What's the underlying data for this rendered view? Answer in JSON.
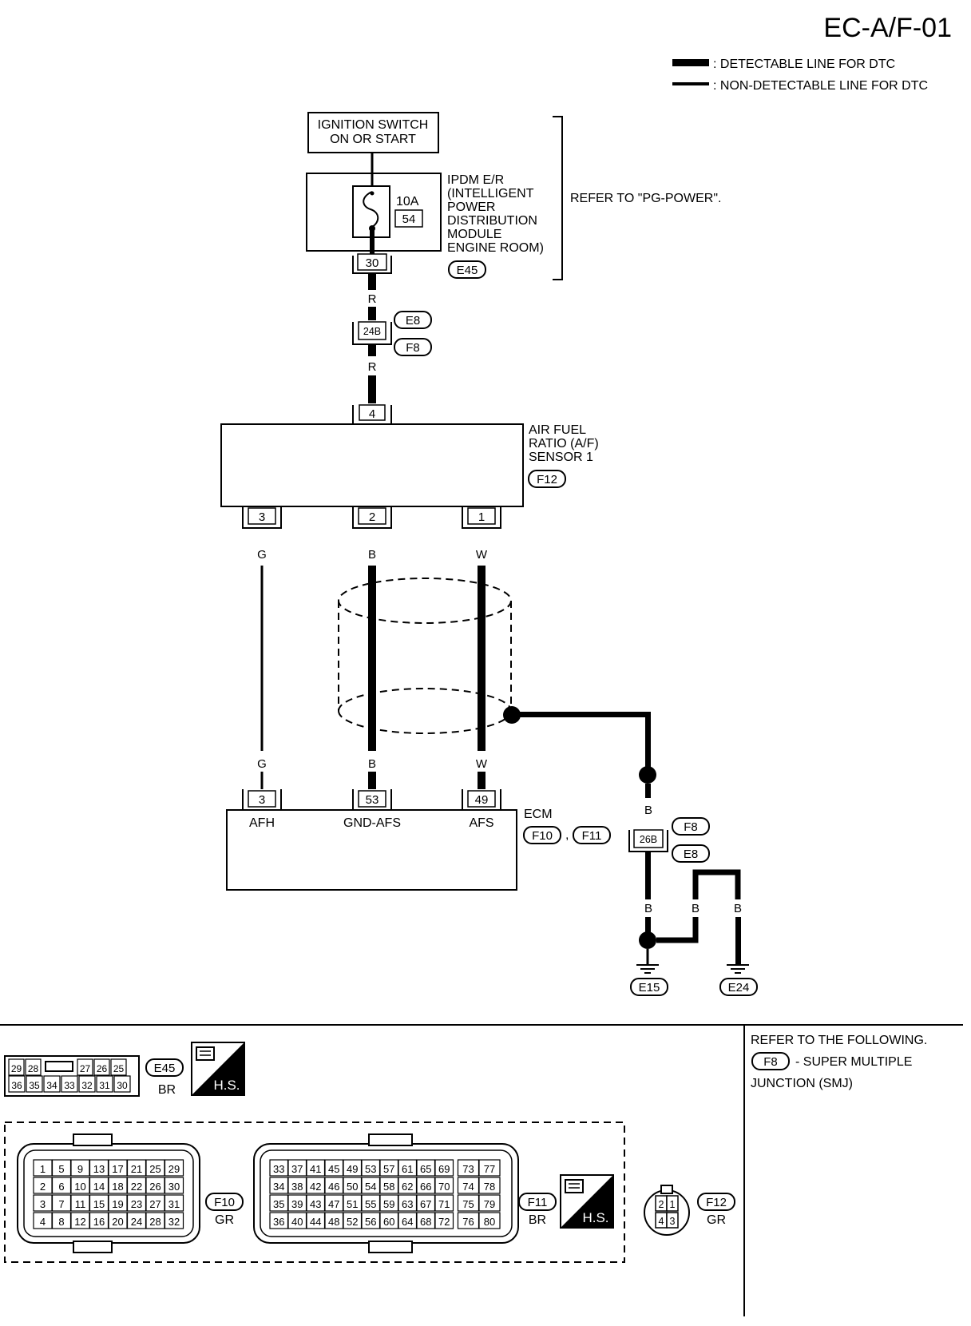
{
  "title": "EC-A/F-01",
  "legend": {
    "detectable": ": DETECTABLE LINE FOR DTC",
    "non_detectable": ": NON-DETECTABLE LINE FOR DTC"
  },
  "ignition": {
    "line1": "IGNITION SWITCH",
    "line2": "ON OR START"
  },
  "ipdm": {
    "lines": [
      "IPDM E/R",
      "(INTELLIGENT",
      "POWER",
      "DISTRIBUTION",
      "MODULE",
      "ENGINE ROOM)"
    ],
    "fuse_amp": "10A",
    "fuse_no": "54",
    "pin": "30",
    "connector": "E45",
    "refer": "REFER TO \"PG-POWER\"."
  },
  "joint_top": {
    "pin": "24B",
    "conn_a": "E8",
    "conn_b": "F8"
  },
  "wire_r_top": "R",
  "wire_r_bottom": "R",
  "sensor": {
    "lines": [
      "AIR FUEL",
      "RATIO (A/F)",
      "SENSOR 1"
    ],
    "connector": "F12",
    "top_pin": "4",
    "pins": [
      "3",
      "2",
      "1"
    ],
    "wire_colors": [
      "G",
      "B",
      "W"
    ]
  },
  "ecm": {
    "label": "ECM",
    "conn_a": "F10",
    "sep": ",",
    "conn_b": "F11",
    "pins": [
      "3",
      "53",
      "49"
    ],
    "pin_names": [
      "AFH",
      "GND-AFS",
      "AFS"
    ],
    "wire_colors": [
      "G",
      "B",
      "W"
    ]
  },
  "ground_path": {
    "wire_upper": "B",
    "joint_pin": "26B",
    "conn_a": "F8",
    "conn_b": "E8",
    "wire_left": "B",
    "wire_mid": "B",
    "wire_right": "B",
    "ground_left": "E15",
    "ground_right": "E24"
  },
  "bottom": {
    "refer_line1": "REFER TO THE FOLLOWING.",
    "refer_conn": "F8",
    "refer_line2": "- SUPER MULTIPLE",
    "refer_line3": "JUNCTION (SMJ)",
    "hs_label": "H.S.",
    "e45": {
      "row1": [
        "29",
        "28",
        "",
        "27",
        "26",
        "25"
      ],
      "row2": [
        "36",
        "35",
        "34",
        "33",
        "32",
        "31",
        "30"
      ],
      "name": "E45",
      "color": "BR"
    },
    "f10": {
      "name": "F10",
      "color": "GR",
      "rows": [
        [
          "1",
          "5",
          "9",
          "13",
          "17",
          "21",
          "25",
          "29"
        ],
        [
          "2",
          "6",
          "10",
          "14",
          "18",
          "22",
          "26",
          "30"
        ],
        [
          "3",
          "7",
          "11",
          "15",
          "19",
          "23",
          "27",
          "31"
        ],
        [
          "4",
          "8",
          "12",
          "16",
          "20",
          "24",
          "28",
          "32"
        ]
      ]
    },
    "f11": {
      "name": "F11",
      "color": "BR",
      "rows": [
        [
          "33",
          "37",
          "41",
          "45",
          "49",
          "53",
          "57",
          "61",
          "65",
          "69",
          "73",
          "77"
        ],
        [
          "34",
          "38",
          "42",
          "46",
          "50",
          "54",
          "58",
          "62",
          "66",
          "70",
          "74",
          "78"
        ],
        [
          "35",
          "39",
          "43",
          "47",
          "51",
          "55",
          "59",
          "63",
          "67",
          "71",
          "75",
          "79"
        ],
        [
          "36",
          "40",
          "44",
          "48",
          "52",
          "56",
          "60",
          "64",
          "68",
          "72",
          "76",
          "80"
        ]
      ]
    },
    "f12": {
      "name": "F12",
      "color": "GR",
      "pins": [
        "2",
        "1",
        "4",
        "3"
      ]
    }
  }
}
